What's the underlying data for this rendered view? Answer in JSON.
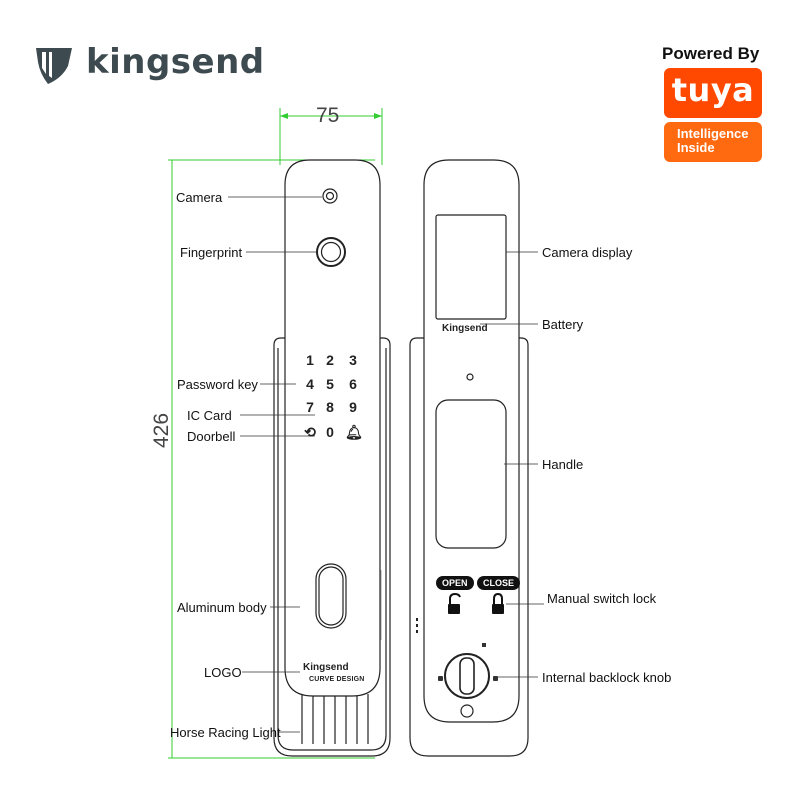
{
  "brand": {
    "name": "Kingsend",
    "wordmark": "kingsend",
    "color": "#3d4a4f"
  },
  "badge": {
    "powered_by": "Powered By",
    "tuya": "tuya",
    "intelligence_line1": "Intelligence",
    "intelligence_line2": "Inside",
    "tuya_color": "#ff4800",
    "intelligence_color": "#ff6a10"
  },
  "dimensions": {
    "width": "75",
    "height": "426",
    "line_color": "#33cc33"
  },
  "front_callouts": {
    "camera": "Camera",
    "fingerprint": "Fingerprint",
    "password_key": "Password key",
    "ic_card": "IC Card",
    "doorbell": "Doorbell",
    "aluminum_body": "Aluminum body",
    "logo": "LOGO",
    "horse_racing_light": "Horse Racing Light"
  },
  "back_callouts": {
    "camera_display": "Camera display",
    "battery": "Battery",
    "handle": "Handle",
    "manual_switch_lock": "Manual switch lock",
    "internal_backlock_knob": "Internal backlock knob"
  },
  "keypad": {
    "keys": [
      "1",
      "2",
      "3",
      "4",
      "5",
      "6",
      "7",
      "8",
      "9",
      "0"
    ]
  },
  "front_logo": {
    "text": "Kingsend",
    "sub": "CURVE DESIGN"
  },
  "back_logo": {
    "text": "Kingsend"
  },
  "switch_buttons": {
    "open": "OPEN",
    "close": "CLOSE"
  }
}
